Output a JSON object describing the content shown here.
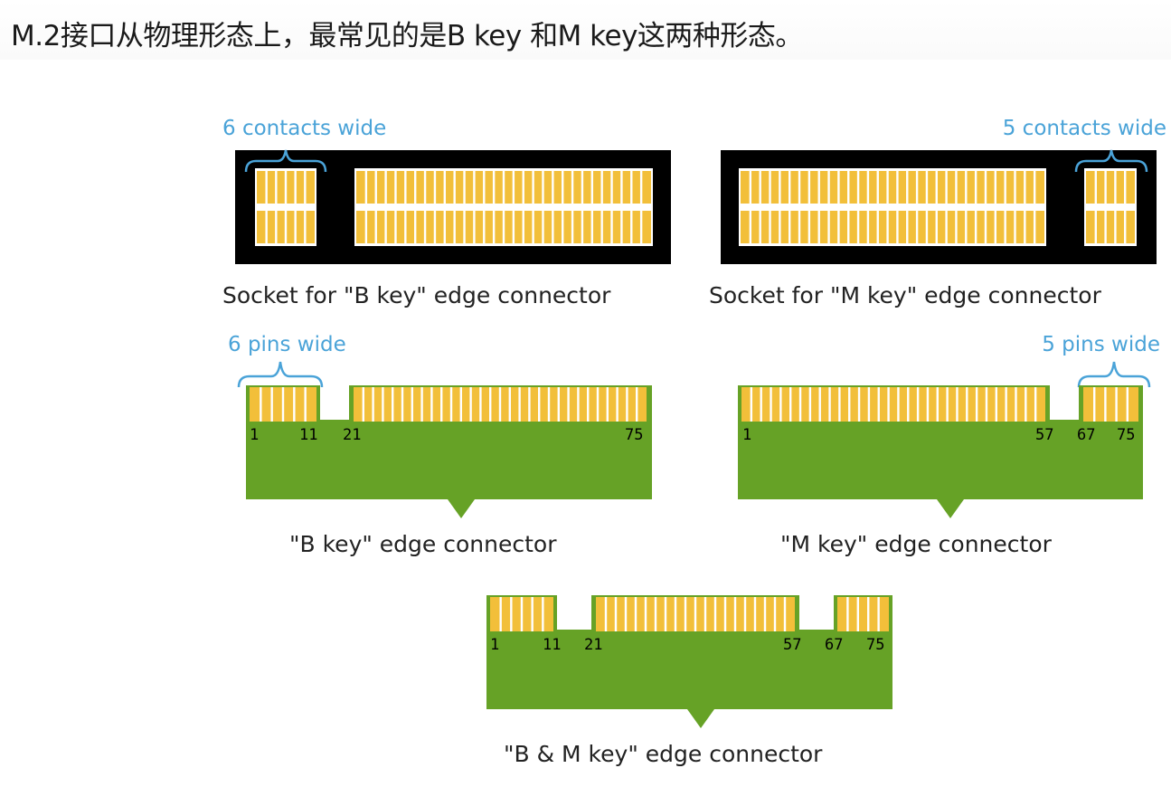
{
  "intro": {
    "text": "M.2接口从物理形态上，最常见的是B key 和M key这两种形态。"
  },
  "sockets": {
    "b": {
      "annotation": "6 contacts wide",
      "caption": "Socket for \"B key\" edge connector"
    },
    "m": {
      "annotation": "5 contacts wide",
      "caption": "Socket for \"M key\" edge connector"
    }
  },
  "connectors": {
    "b": {
      "annotation": "6 pins wide",
      "caption": "\"B key\" edge connector",
      "pin_labels": [
        "1",
        "11",
        "21",
        "75"
      ]
    },
    "m": {
      "annotation": "5 pins wide",
      "caption": "\"M key\" edge connector",
      "pin_labels": [
        "1",
        "57",
        "67",
        "75"
      ]
    },
    "bm": {
      "caption": "\"B & M key\" edge connector",
      "pin_labels": [
        "1",
        "11",
        "21",
        "57",
        "67",
        "75"
      ]
    }
  },
  "colors": {
    "contact": "#f2bf3a",
    "socket": "#000000",
    "pcb": "#66a226",
    "annotation": "#4aa3d8"
  }
}
